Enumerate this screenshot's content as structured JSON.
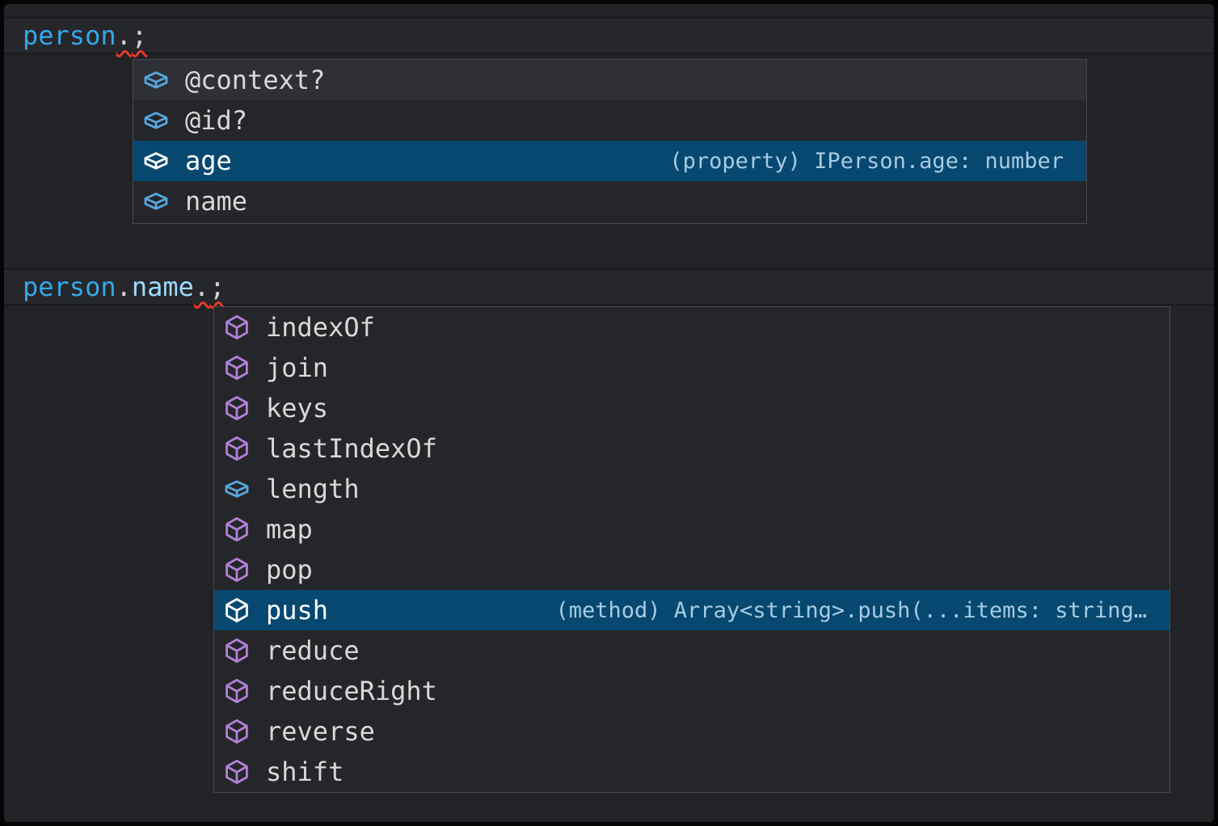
{
  "colors": {
    "editor_background": "#222327",
    "popup_background": "#252629",
    "popup_border": "#46484d",
    "selection_background": "#064870",
    "hover_background": "#2e3035",
    "method_icon_purple": "#b180d7",
    "field_icon_blue": "#58a6e0",
    "variable_blue": "#35a7e8",
    "property_light_blue": "#9cdcfe",
    "error_squiggle_red": "#e5392a",
    "label_text": "#d8d8d8",
    "detail_text": "#a6cbe3"
  },
  "code": {
    "line1": {
      "object": "person",
      "dot": ".",
      "semicolon": ";"
    },
    "line2": {
      "object": "person",
      "dot1": ".",
      "property": "name",
      "dot2": ".",
      "semicolon": ";"
    }
  },
  "suggest1": {
    "items": [
      {
        "label": "@context?",
        "kind": "field",
        "hovered": true
      },
      {
        "label": "@id?",
        "kind": "field"
      },
      {
        "label": "age",
        "kind": "field",
        "selected": true,
        "detail": "(property) IPerson.age: number"
      },
      {
        "label": "name",
        "kind": "field"
      }
    ]
  },
  "suggest2": {
    "items": [
      {
        "label": "indexOf",
        "kind": "method"
      },
      {
        "label": "join",
        "kind": "method"
      },
      {
        "label": "keys",
        "kind": "method"
      },
      {
        "label": "lastIndexOf",
        "kind": "method"
      },
      {
        "label": "length",
        "kind": "field"
      },
      {
        "label": "map",
        "kind": "method"
      },
      {
        "label": "pop",
        "kind": "method"
      },
      {
        "label": "push",
        "kind": "method",
        "selected": true,
        "detail": "(method) Array<string>.push(...items: string…"
      },
      {
        "label": "reduce",
        "kind": "method"
      },
      {
        "label": "reduceRight",
        "kind": "method"
      },
      {
        "label": "reverse",
        "kind": "method"
      },
      {
        "label": "shift",
        "kind": "method"
      }
    ]
  }
}
